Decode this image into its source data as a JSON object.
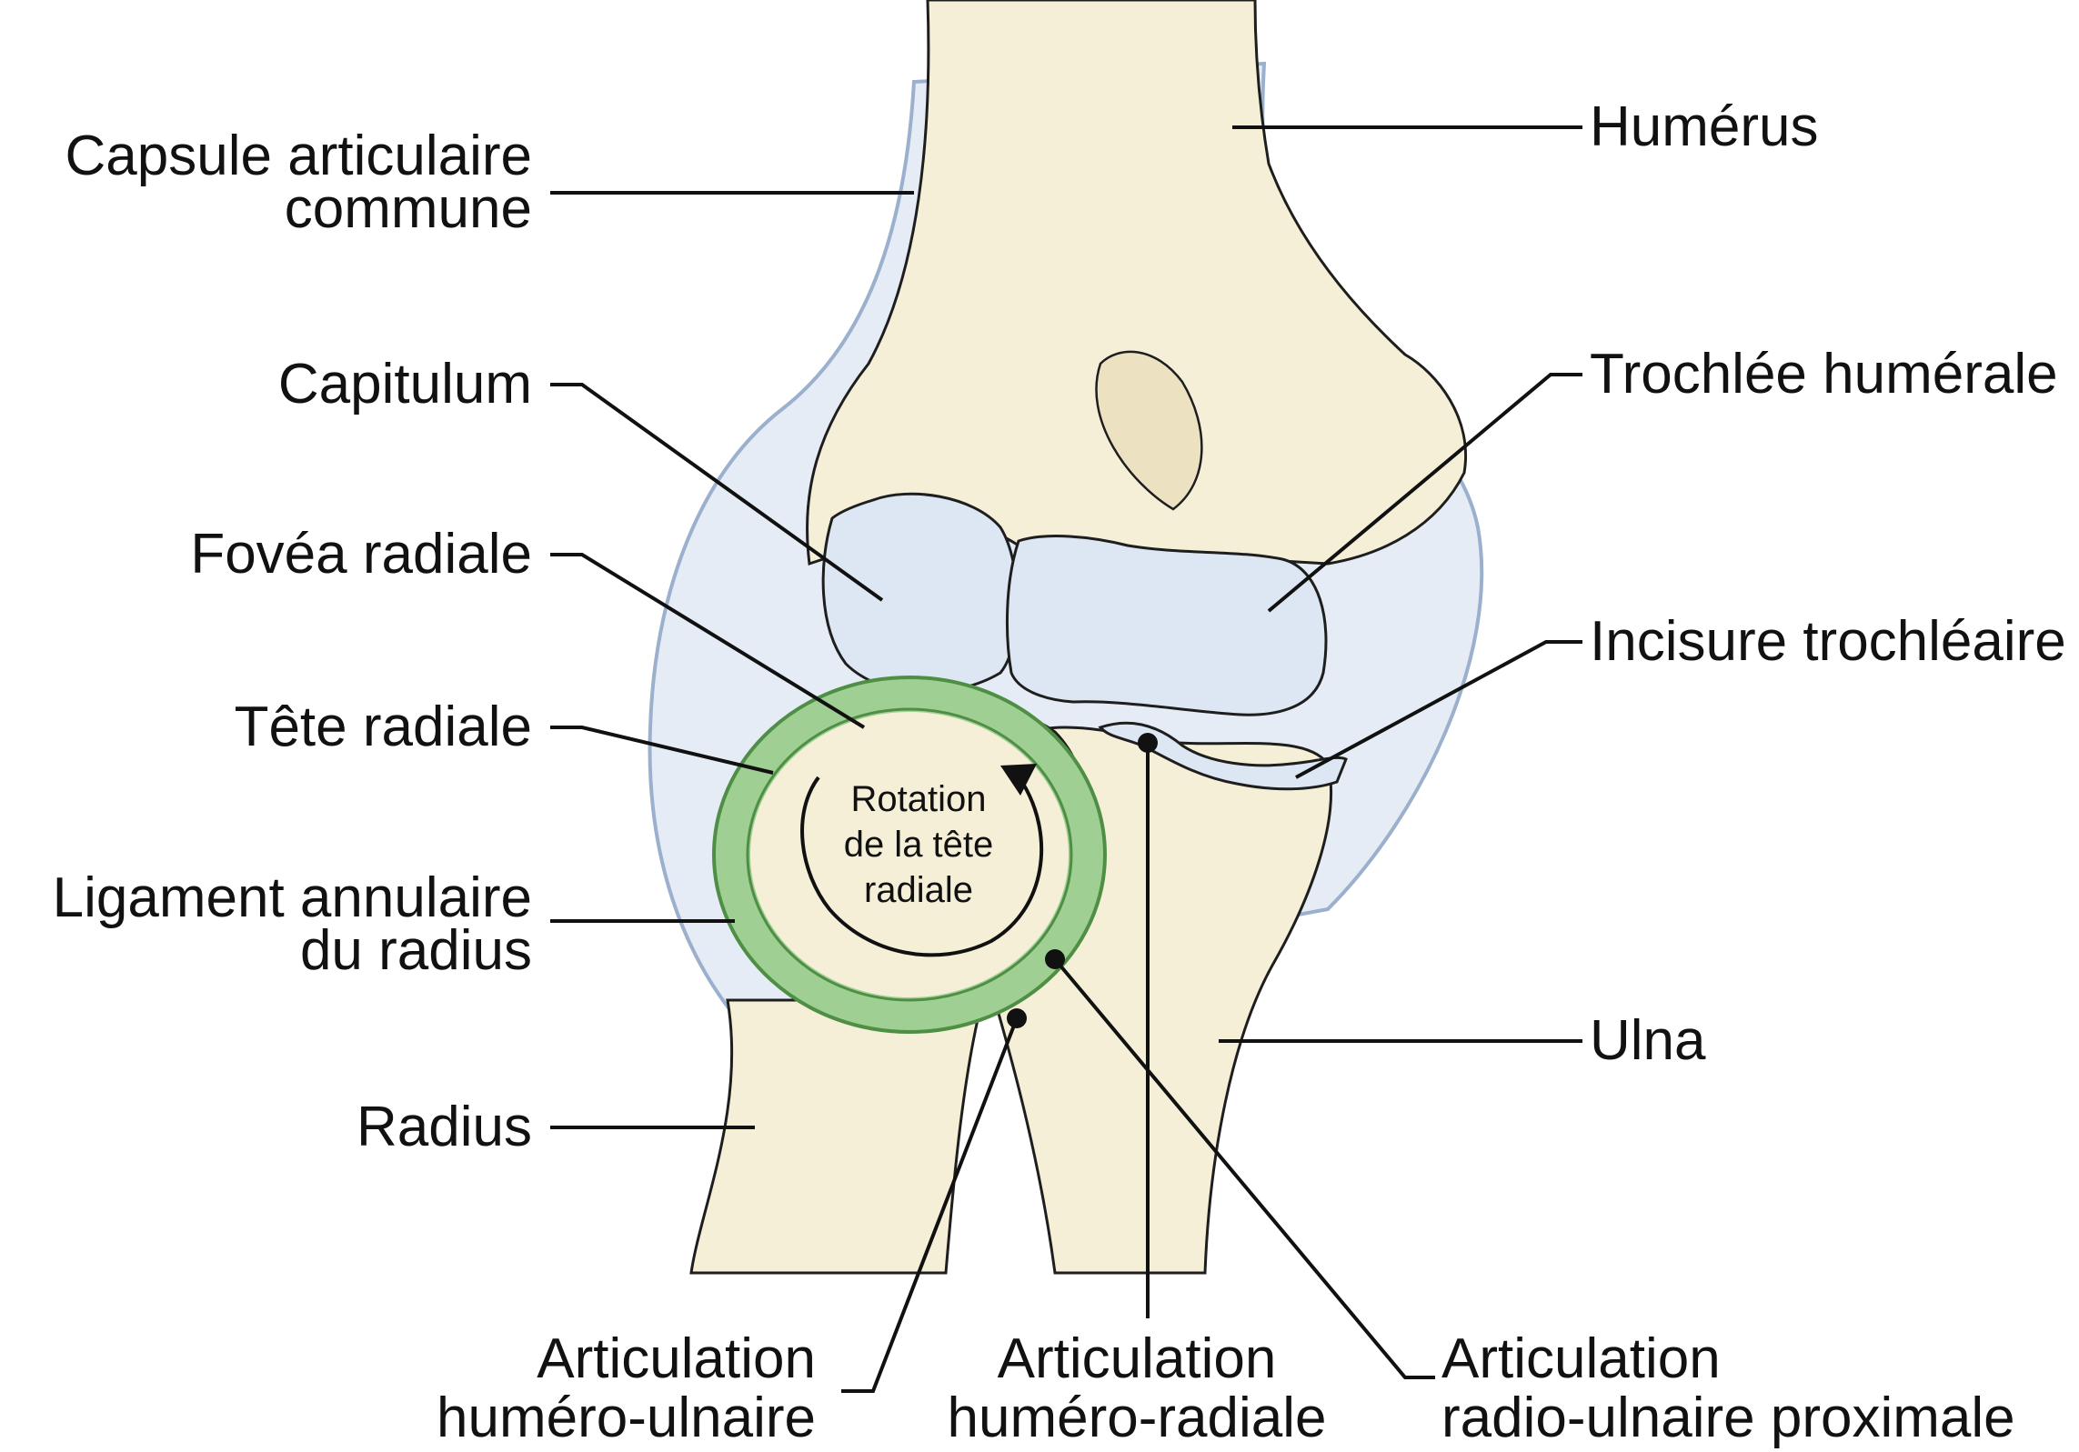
{
  "labels": {
    "capsule_line1": "Capsule articulaire",
    "capsule_line2": "commune",
    "capitulum": "Capitulum",
    "fovea": "Fovéa radiale",
    "tete": "Tête radiale",
    "ligament_line1": "Ligament annulaire",
    "ligament_line2": "du radius",
    "radius": "Radius",
    "humerus": "Humérus",
    "trochlee": "Trochlée humérale",
    "incisure": "Incisure trochléaire",
    "ulna": "Ulna",
    "art_hu_line1": "Articulation",
    "art_hu_line2": "huméro-ulnaire",
    "art_hr_line1": "Articulation",
    "art_hr_line2": "huméro-radiale",
    "art_ru_line1": "Articulation",
    "art_ru_line2": "radio-ulnaire proximale",
    "rotation_line1": "Rotation",
    "rotation_line2": "de la tête",
    "rotation_line3": "radiale"
  },
  "colors": {
    "bone_fill": "#f6efd8",
    "bone_stroke": "#1e1e1e",
    "cartilage_fill": "#dde7f3",
    "capsule_fill": "#e6ecf5",
    "capsule_stroke": "#9bb0cc",
    "ligament_fill": "#9fcf93",
    "ligament_stroke": "#4f8f45"
  }
}
